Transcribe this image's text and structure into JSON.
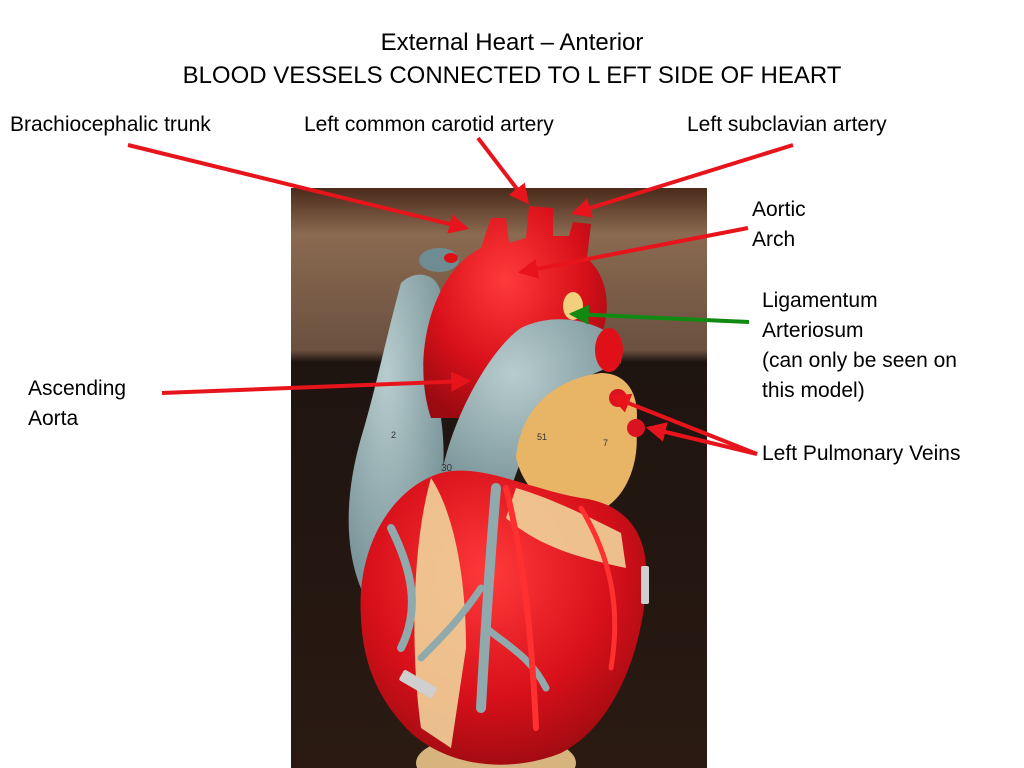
{
  "title": {
    "line1": "External Heart – Anterior",
    "line2": "BLOOD VESSELS CONNECTED TO L EFT SIDE OF HEART"
  },
  "labels": {
    "brachiocephalic": "Brachiocephalic trunk",
    "left_carotid": "Left common carotid artery",
    "left_subclavian": "Left subclavian artery",
    "aortic_arch": [
      "Aortic",
      "Arch"
    ],
    "ligamentum": [
      "Ligamentum",
      "Arteriosum",
      "(can only be seen on",
      "this model)"
    ],
    "ascending_aorta": [
      "Ascending",
      "Aorta"
    ],
    "pulmonary_veins": "Left Pulmonary Veins"
  },
  "model_numbers": [
    "30",
    "51",
    "7",
    "2"
  ],
  "colors": {
    "arrow_red": "#e8141c",
    "arrow_green": "#118a14",
    "heart_red": "#e0101c",
    "vessel_blue": "#8fa9ad",
    "fat_yellow": "#e9b56a",
    "backdrop": "#3a2418"
  }
}
